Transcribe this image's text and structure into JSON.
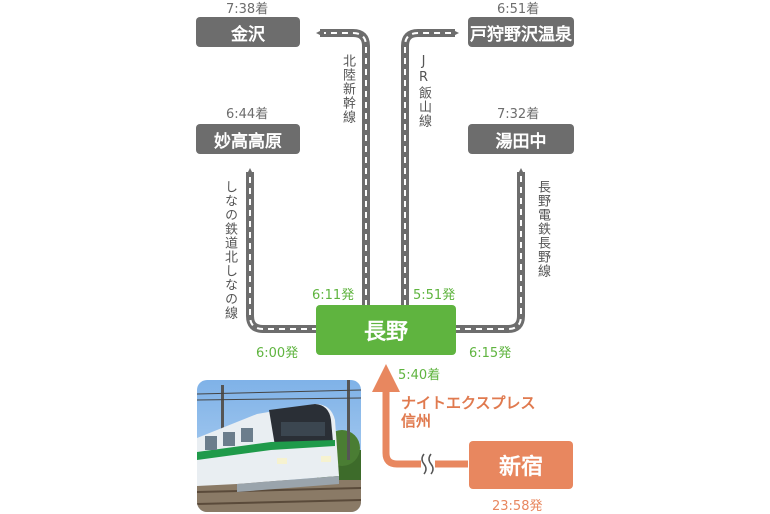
{
  "stations": {
    "nagano": "長野",
    "shinjuku": "新宿",
    "kanazawa": "金沢",
    "myoko_kogen": "妙高高原",
    "togari_nozawa_onsen": "戸狩野沢温泉",
    "yudanaka": "湯田中"
  },
  "times": {
    "kanazawa_arrive": "7:38着",
    "myoko_arrive": "6:44着",
    "togari_arrive": "6:51着",
    "yudanaka_arrive": "7:32着",
    "nagano_dep_hokuriku": "6:11発",
    "nagano_dep_jr_iiyama": "5:51発",
    "nagano_dep_shinano": "6:00発",
    "nagano_dep_nagaden": "6:15発",
    "nagano_arrive": "5:40着",
    "shinjuku_depart": "23:58発"
  },
  "lines": {
    "hokuriku_shinkansen": "北陸新幹線",
    "jr_iiyama": "JR飯山線",
    "shinano_kitashinano": "しなの鉄道北しなの線",
    "nagano_dentetsu": "長野電鉄長野線"
  },
  "service": {
    "line1": "ナイトエクスプレス",
    "line2": "信州"
  },
  "colors": {
    "grey": "#6d6d6d",
    "green": "#5fb43f",
    "orange": "#e8875f"
  }
}
